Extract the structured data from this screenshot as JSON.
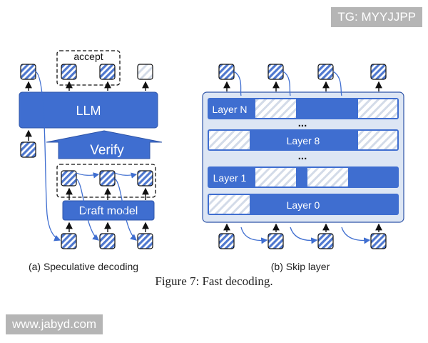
{
  "watermarks": {
    "top_right": "TG: MYYJJPP",
    "bottom_left": "www.jabyd.com"
  },
  "panel_a": {
    "accept_label": "accept",
    "llm_label": "LLM",
    "verify_label": "Verify",
    "draft_label": "Draft model",
    "caption": "(a) Speculative decoding"
  },
  "panel_b": {
    "layers": {
      "layer_n": "Layer N",
      "layer_8": "Layer 8",
      "layer_1": "Layer 1",
      "layer_0": "Layer 0"
    },
    "ellipsis": "...",
    "caption": "(b) Skip layer"
  },
  "figure_caption": "Figure 7: Fast decoding.",
  "colors": {
    "primary_blue": "#3f6ed0",
    "dark_blue": "#2f55a8",
    "panel_bg": "#dde6f4",
    "stripe_light": "#d7deea",
    "token_stripe": "#5a83d6",
    "text_dark": "#222222"
  }
}
